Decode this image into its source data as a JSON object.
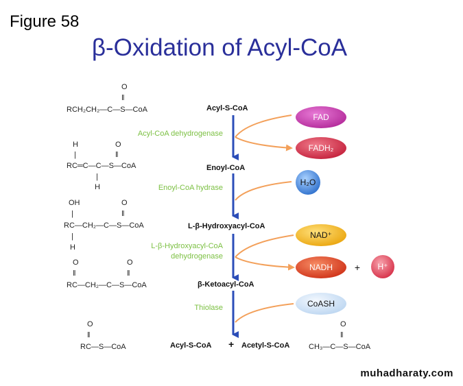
{
  "figure_label": "Figure 58",
  "title": "β-Oxidation of Acyl-CoA",
  "steps": [
    {
      "name": "Acyl-S-CoA",
      "structure": "RCH₂CH₂—C—S—CoA"
    },
    {
      "name": "Enoyl-CoA",
      "structure": "RC═C—C—S—CoA"
    },
    {
      "name": "L-β-Hydroxyacyl-CoA",
      "structure": "RC—CH₂—C—S—CoA"
    },
    {
      "name": "β-Ketoacyl-CoA",
      "structure": "RC—CH₂—C—S—CoA"
    },
    {
      "name": "Acyl-S-CoA",
      "structure": "RC—S—CoA"
    }
  ],
  "plus_sign": "+",
  "product2_name": "Acetyl-S-CoA",
  "product2_structure": "CH₃—C—S—CoA",
  "enzymes": {
    "e1": "Acyl-CoA dehydrogenase",
    "e2": "Enoyl-CoA hydrase",
    "e3a": "L-β-Hydroxyacyl-CoA",
    "e3b": "dehydrogenase",
    "e4": "Thiolase"
  },
  "cofactors": {
    "fad": "FAD",
    "fadh2": "FADH₂",
    "h2o": "H₂O",
    "nad": "NAD⁺",
    "nadh": "NADH",
    "plus": "+",
    "hplus": "H⁺",
    "coash": "CoASH"
  },
  "atoms": {
    "o": "O",
    "h": "H",
    "oh": "OH",
    "dash": "—",
    "vbar": "|",
    "dbl": "‖"
  },
  "colors": {
    "title": "#2a2f9a",
    "enzyme": "#7cc043",
    "arrow_main": "#2b4db8",
    "arrow_side": "#f3a05a",
    "fad": "#c83cae",
    "fadh2": "#d8314e",
    "h2o": "#3f86df",
    "nad": "#f4b81f",
    "nadh": "#e14428",
    "hplus": "#e4455b",
    "coash": "#d9e9f8"
  },
  "watermark": "muhadharaty.com"
}
